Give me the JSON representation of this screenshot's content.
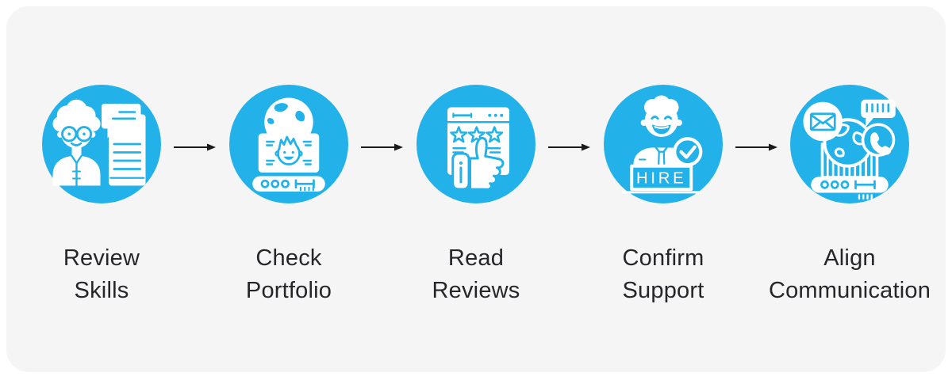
{
  "colors": {
    "accent_blue": "#22B2E9",
    "card_bg": "#F5F5F6",
    "page_bg": "#FFFFFF",
    "arrow": "#1A1A1A",
    "label_text": "#26262A"
  },
  "steps": [
    {
      "label_line1": "Review",
      "label_line2": "Skills",
      "icon": "person-resume-icon"
    },
    {
      "label_line1": "Check",
      "label_line2": "Portfolio",
      "icon": "laptop-globe-portfolio-icon"
    },
    {
      "label_line1": "Read",
      "label_line2": "Reviews",
      "icon": "star-rating-thumbs-up-icon"
    },
    {
      "label_line1": "Confirm",
      "label_line2": "Support",
      "icon": "hire-agent-check-icon",
      "sign_text": "HIRE"
    },
    {
      "label_line1": "Align",
      "label_line2": "Communication",
      "icon": "communication-channels-icon"
    }
  ],
  "connectors": {
    "count": 4,
    "style": "right-arrow"
  }
}
